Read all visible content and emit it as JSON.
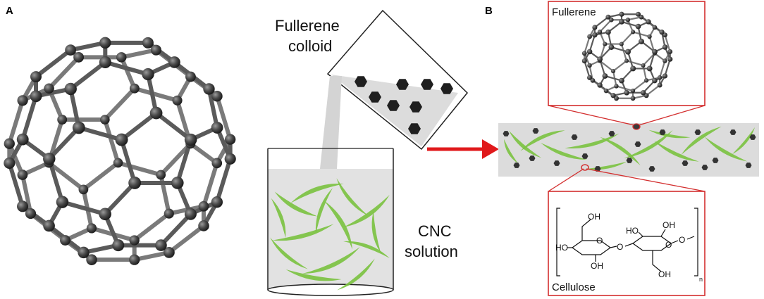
{
  "panels": {
    "a": "A",
    "b": "B"
  },
  "labels": {
    "fullerene_colloid": [
      "Fullerene",
      "colloid"
    ],
    "cnc_solution": [
      "CNC",
      "solution"
    ],
    "fullerene_box": "Fullerene",
    "cellulose_box": "Cellulose"
  },
  "chem": {
    "oh": "OH",
    "ho": "HO",
    "o": "O",
    "n": "n"
  },
  "colors": {
    "frame_red": "#d32f2f",
    "arrow_red": "#e0191b",
    "fiber_green": "#7cc242",
    "liquid_gray": "#dcdcdc",
    "atom_dark": "#3a3a3a"
  }
}
